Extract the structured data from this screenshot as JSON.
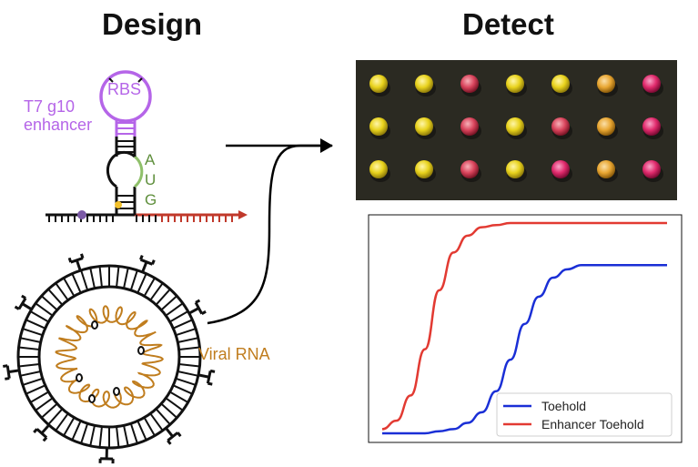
{
  "headings": {
    "design": "Design",
    "detect": "Detect"
  },
  "toehold_labels": {
    "enhancer_line1": "T7 g10",
    "enhancer_line2": "enhancer",
    "rbs": "RBS",
    "codon": [
      "A",
      "U",
      "G"
    ]
  },
  "virus_label": "Viral RNA",
  "colors": {
    "enhancer": "#b565e8",
    "rbs_loop": "#b565e8",
    "codon": "#5f8f3c",
    "mrna_arrow": "#c0392b",
    "viral_rna": "#c07d1e",
    "toehold_series": "#1a2fd6",
    "enhancer_series": "#e23a32",
    "well_yellow": "#e8d21c",
    "well_red": "#d9445c",
    "well_orange": "#e8a632",
    "well_pink": "#e02a6c",
    "plate_bg": "#2b2a22"
  },
  "plate": {
    "rows": [
      [
        "yellow",
        "yellow",
        "red",
        "yellow",
        "yellow",
        "orange",
        "pink"
      ],
      [
        "yellow",
        "yellow",
        "red",
        "yellow",
        "red",
        "orange",
        "pink"
      ],
      [
        "yellow",
        "yellow",
        "red",
        "yellow",
        "pink",
        "orange",
        "pink"
      ]
    ]
  },
  "chart_data": {
    "type": "line",
    "x": [
      0,
      0.5,
      1,
      1.5,
      2,
      2.5,
      3,
      3.5,
      4,
      4.5,
      5,
      5.5,
      6,
      6.5,
      7,
      7.5,
      8,
      8.5,
      9,
      9.5,
      10
    ],
    "series": [
      {
        "name": "Toehold",
        "values": [
          0,
          0,
          0,
          0,
          0.01,
          0.02,
          0.05,
          0.1,
          0.2,
          0.35,
          0.52,
          0.65,
          0.74,
          0.78,
          0.8,
          0.8,
          0.8,
          0.8,
          0.8,
          0.8,
          0.8
        ]
      },
      {
        "name": "Enhancer Toehold",
        "values": [
          0.02,
          0.06,
          0.18,
          0.4,
          0.68,
          0.86,
          0.94,
          0.98,
          0.99,
          1,
          1,
          1,
          1,
          1,
          1,
          1,
          1,
          1,
          1,
          1,
          1
        ]
      }
    ],
    "legend": [
      "Toehold",
      "Enhancer Toehold"
    ],
    "legend_position": "bottom-right",
    "xlabel": "",
    "ylabel": "",
    "grid": false
  }
}
